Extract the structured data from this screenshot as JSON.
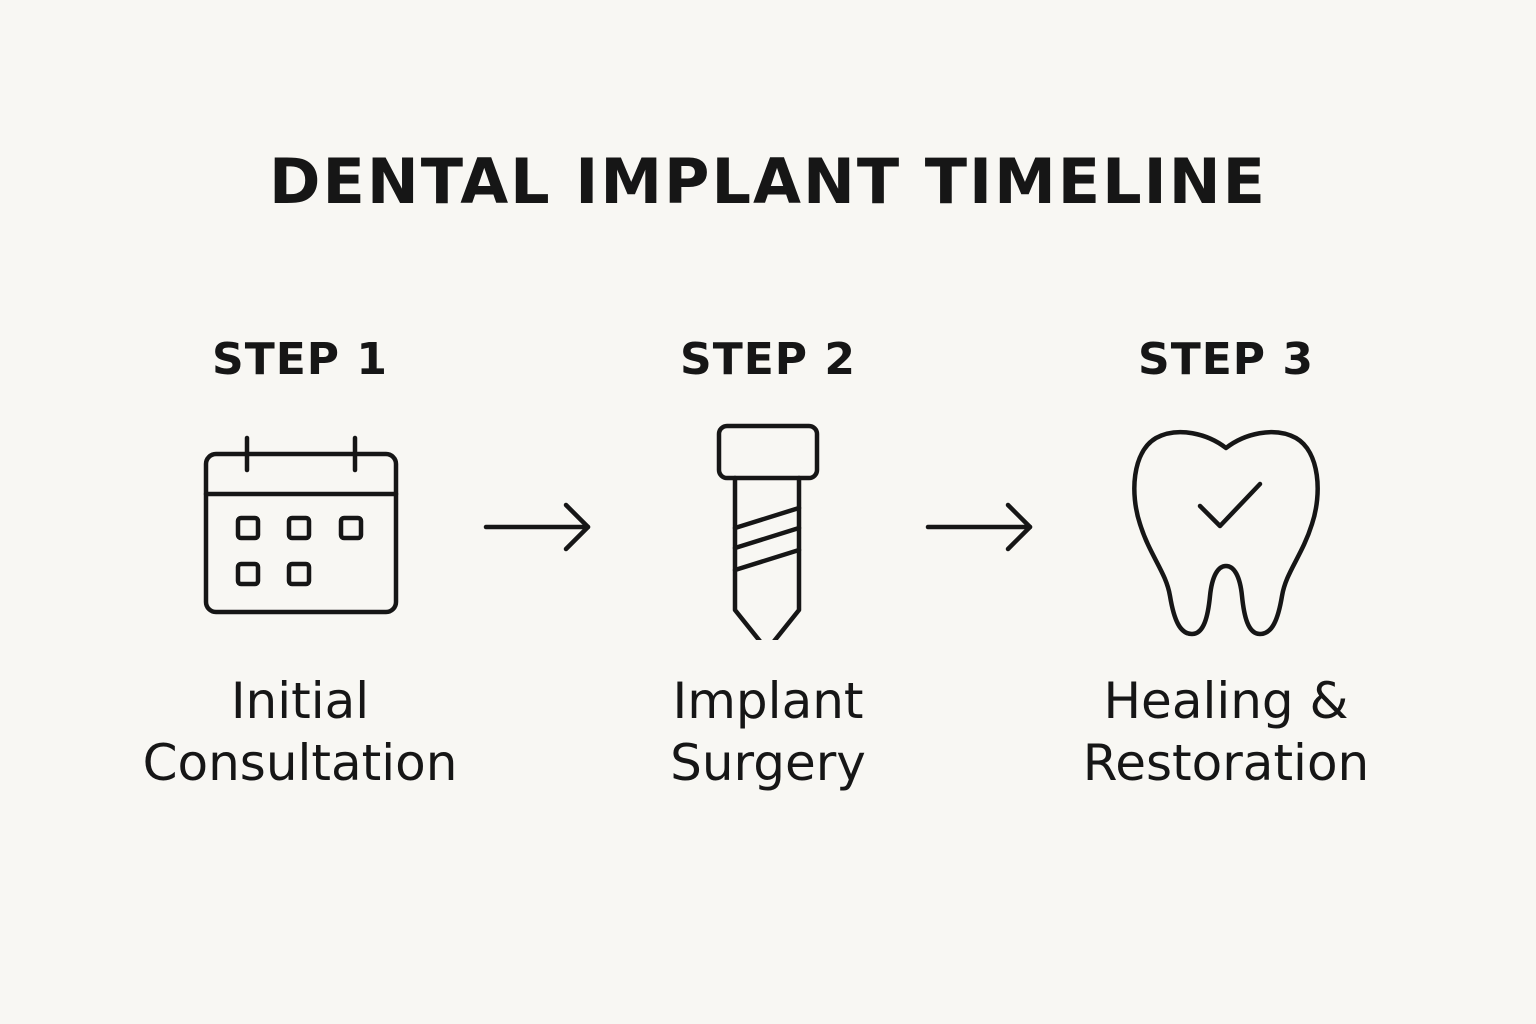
{
  "title": "DENTAL IMPLANT TIMELINE",
  "colors": {
    "background": "#f8f7f3",
    "ink": "#161616"
  },
  "steps": [
    {
      "label": "STEP 1",
      "name_line1": "Initial",
      "name_line2": "Consultation",
      "icon": "calendar-icon"
    },
    {
      "label": "STEP 2",
      "name_line1": "Implant",
      "name_line2": "Surgery",
      "icon": "implant-screw-icon"
    },
    {
      "label": "STEP 3",
      "name_line1": "Healing &",
      "name_line2": "Restoration",
      "icon": "tooth-check-icon"
    }
  ],
  "connectors": [
    {
      "icon": "right-arrow-icon"
    },
    {
      "icon": "right-arrow-icon"
    }
  ]
}
